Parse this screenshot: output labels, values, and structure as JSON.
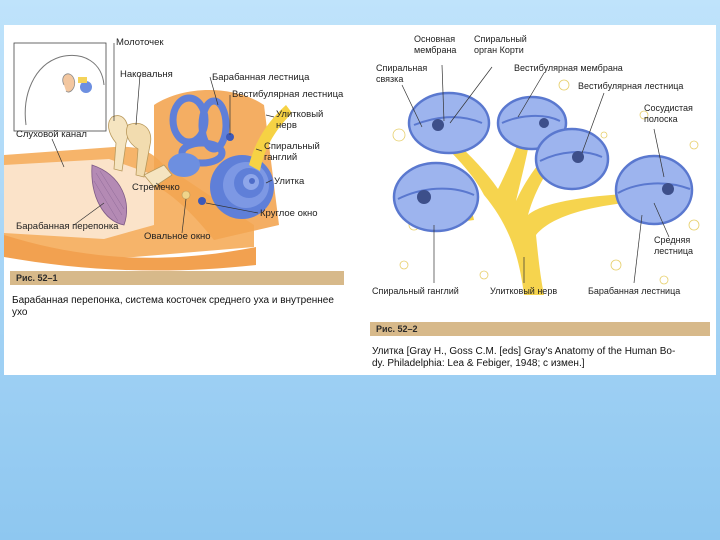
{
  "figure1": {
    "tag": "Рис. 52–1",
    "caption": "Барабанная перепонка, система косточек среднего уха и внутреннее ухо",
    "labels": {
      "malleus": "Молоточек",
      "incus": "Наковальня",
      "scala_tympani": "Барабанная лестница",
      "scala_vestibuli": "Вестибулярная лестница",
      "cochlear_nerve_1": "Улитковый",
      "cochlear_nerve_2": "нерв",
      "spiral_ganglion_1": "Спиральный",
      "spiral_ganglion_2": "ганглий",
      "cochlea": "Улитка",
      "round_window": "Круглое окно",
      "oval_window": "Овальное окно",
      "stapes": "Стремечко",
      "ear_canal": "Слуховой канал",
      "eardrum": "Барабанная перепонка"
    }
  },
  "figure2": {
    "tag": "Рис. 52–2",
    "caption_line1": "Улитка [Gray H., Goss C.M. [eds] Gray's Anatomy of the Human Bo-",
    "caption_line2": "dy. Philadelphia: Lea & Febiger, 1948; с измен.]",
    "labels": {
      "basilar_1": "Основная",
      "basilar_2": "мембрана",
      "corti_1": "Спиральный",
      "corti_2": "орган Корти",
      "ligament_1": "Спиральная",
      "ligament_2": "связка",
      "vestibular_membrane": "Вестибулярная мембрана",
      "scala_vestibuli": "Вестибулярная лестница",
      "stria_1": "Сосудистая",
      "stria_2": "полоска",
      "scala_media_1": "Средняя",
      "scala_media_2": "лестница",
      "spiral_ganglion": "Спиральный ганглий",
      "cochlear_nerve": "Улитковый нерв",
      "scala_tympani": "Барабанная лестница"
    }
  },
  "colors": {
    "blue": "#5f7fd8",
    "light_blue": "#9db4ee",
    "orange": "#f0a24a",
    "yellow": "#f6d244",
    "tag": "#d7b98a"
  }
}
